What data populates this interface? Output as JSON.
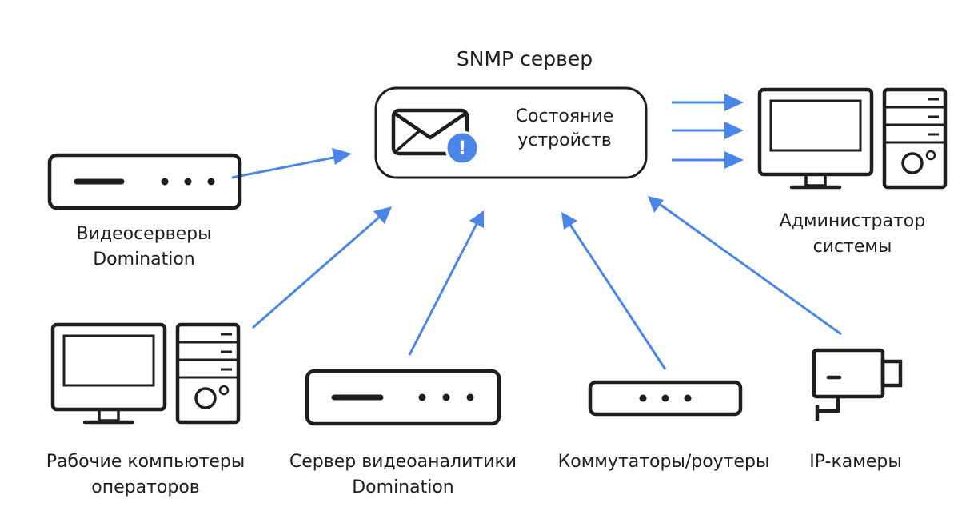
{
  "server": {
    "title": "SNMP сервер",
    "status_line1": "Состояние",
    "status_line2": "устройств",
    "alert_symbol": "!"
  },
  "nodes": {
    "videoservers": {
      "line1": "Видеосерверы",
      "line2": "Domination"
    },
    "workstations": {
      "line1": "Рабочие компьютеры",
      "line2": "операторов"
    },
    "analytics": {
      "line1": "Сервер видеоаналитики",
      "line2": "Domination"
    },
    "switches": {
      "line1": "Коммутаторы/роутеры"
    },
    "cameras": {
      "line1": "IP-камеры"
    },
    "admin": {
      "line1": "Администратор",
      "line2": "системы"
    }
  },
  "colors": {
    "arrow": "#4a86e8",
    "outline": "#1e1e1e",
    "alert_badge": "#4a86e8"
  },
  "icons": [
    "envelope-icon",
    "alert-icon",
    "videoserver-icon",
    "workstation-icon",
    "server-icon",
    "switch-icon",
    "ip-camera-icon",
    "admin-computer-icon"
  ]
}
